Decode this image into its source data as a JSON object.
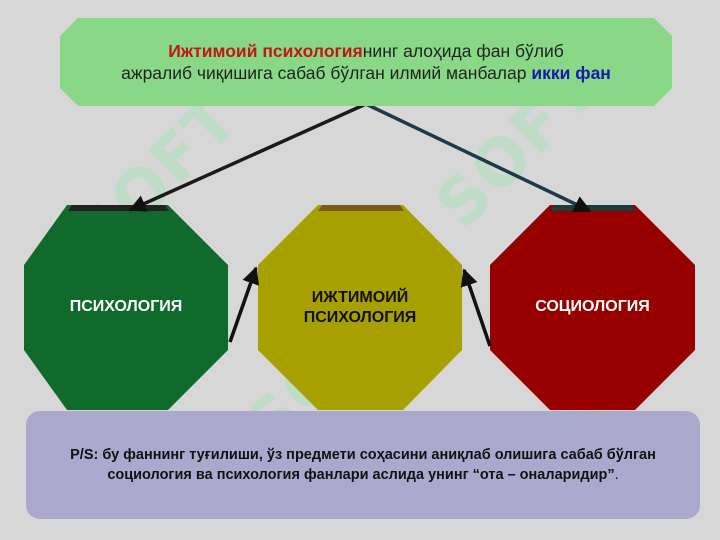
{
  "header": {
    "highlight": "Ижтимоий психология",
    "text1": "нинг алоҳида фан бўлиб",
    "text2": "ажралиб чиқишига сабаб бўлган илмий манбалар ",
    "highlight2": "икки фан"
  },
  "nodes": {
    "left": "ПСИХОЛОГИЯ",
    "center_line1": "ИЖТИМОИЙ",
    "center_line2": "ПСИХОЛОГИЯ",
    "right": "СОЦИОЛОГИЯ"
  },
  "note": {
    "text": "P/S: бу фаннинг туғилиши, ўз предмети соҳасини аниқлаб олишига сабаб бўлган социология ва психология фанлари аслида унинг “ота – оналаридир”",
    "period": "."
  },
  "watermark": {
    "text": "SOFT"
  },
  "colors": {
    "header_bg": "#88d888",
    "left_node": "#0f6a2c",
    "center_node": "#a6a000",
    "right_node": "#980000",
    "note_bg": "#aaa9cd"
  }
}
